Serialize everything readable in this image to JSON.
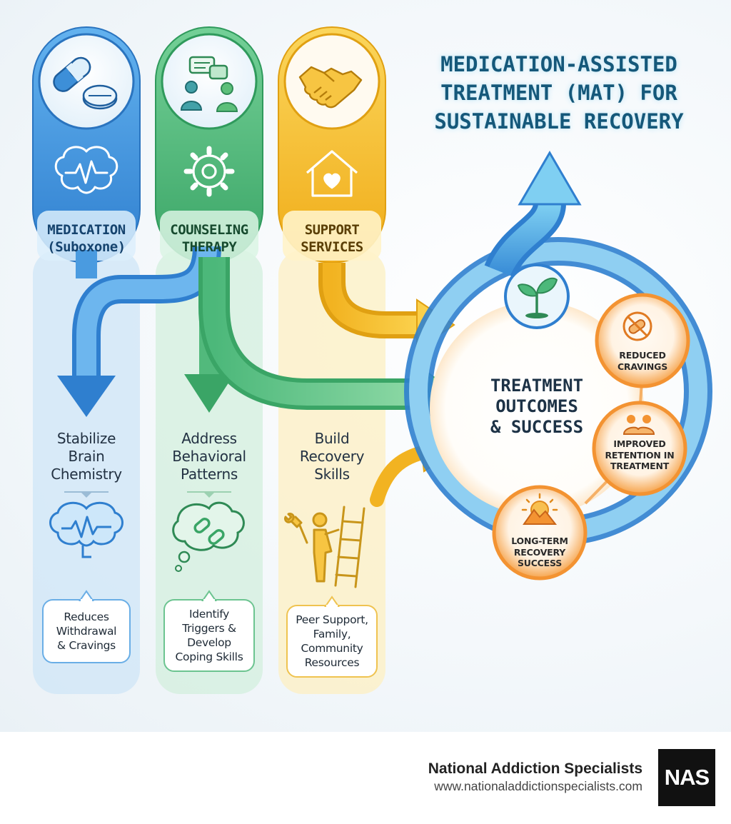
{
  "title": "MEDICATION-ASSISTED TREATMENT (MAT) FOR SUSTAINABLE RECOVERY",
  "columns": [
    {
      "label_line1": "MEDICATION",
      "label_line2": "(Suboxone)",
      "top_icon": "pill-capsule-icon",
      "middle_icon": "brain-pulse-icon",
      "step_line1": "Stabilize",
      "step_line2": "Brain",
      "step_line3": "Chemistry",
      "detail_icon": "brain-wave-icon",
      "bubble_line1": "Reduces",
      "bubble_line2": "Withdrawal",
      "bubble_line3": "& Cravings",
      "color": "#3a8fd8"
    },
    {
      "label_line1": "COUNSELING",
      "label_line2": "THERAPY",
      "top_icon": "people-chat-icon",
      "middle_icon": "gear-icon",
      "step_line1": "Address",
      "step_line2": "Behavioral",
      "step_line3": "Patterns",
      "detail_icon": "broken-chain-thought-icon",
      "bubble_line1": "Identify",
      "bubble_line2": "Triggers &",
      "bubble_line3": "Develop",
      "bubble_line4": "Coping Skills",
      "color": "#4cb87a"
    },
    {
      "label_line1": "SUPPORT",
      "label_line2": "SERVICES",
      "top_icon": "handshake-icon",
      "middle_icon": "house-heart-icon",
      "step_line1": "Build",
      "step_line2": "Recovery",
      "step_line3": "Skills",
      "detail_icon": "person-ladder-wrench-icon",
      "bubble_line1": "Peer Support,",
      "bubble_line2": "Family,",
      "bubble_line3": "Community",
      "bubble_line4": "Resources",
      "color": "#f2b321"
    }
  ],
  "outcomes": {
    "center_line1": "TREATMENT",
    "center_line2": "OUTCOMES",
    "center_line3": "& SUCCESS",
    "top_icon": "sprout-icon",
    "nodes": [
      {
        "line1": "REDUCED",
        "line2": "CRAVINGS",
        "icon": "no-pill-icon"
      },
      {
        "line1": "IMPROVED",
        "line2": "RETENTION IN",
        "line3": "TREATMENT",
        "icon": "handshake-icon"
      },
      {
        "line1": "LONG-TERM",
        "line2": "RECOVERY",
        "line3": "SUCCESS",
        "icon": "sunrise-mountain-icon"
      }
    ]
  },
  "colors": {
    "blue": "#3a8fd8",
    "green": "#4cb87a",
    "yellow": "#f2b321",
    "orange": "#f39332",
    "title": "#15587a"
  },
  "footer": {
    "org_name": "National Addiction Specialists",
    "url": "www.nationaladdictionspecialists.com",
    "logo_text": "NAS"
  }
}
